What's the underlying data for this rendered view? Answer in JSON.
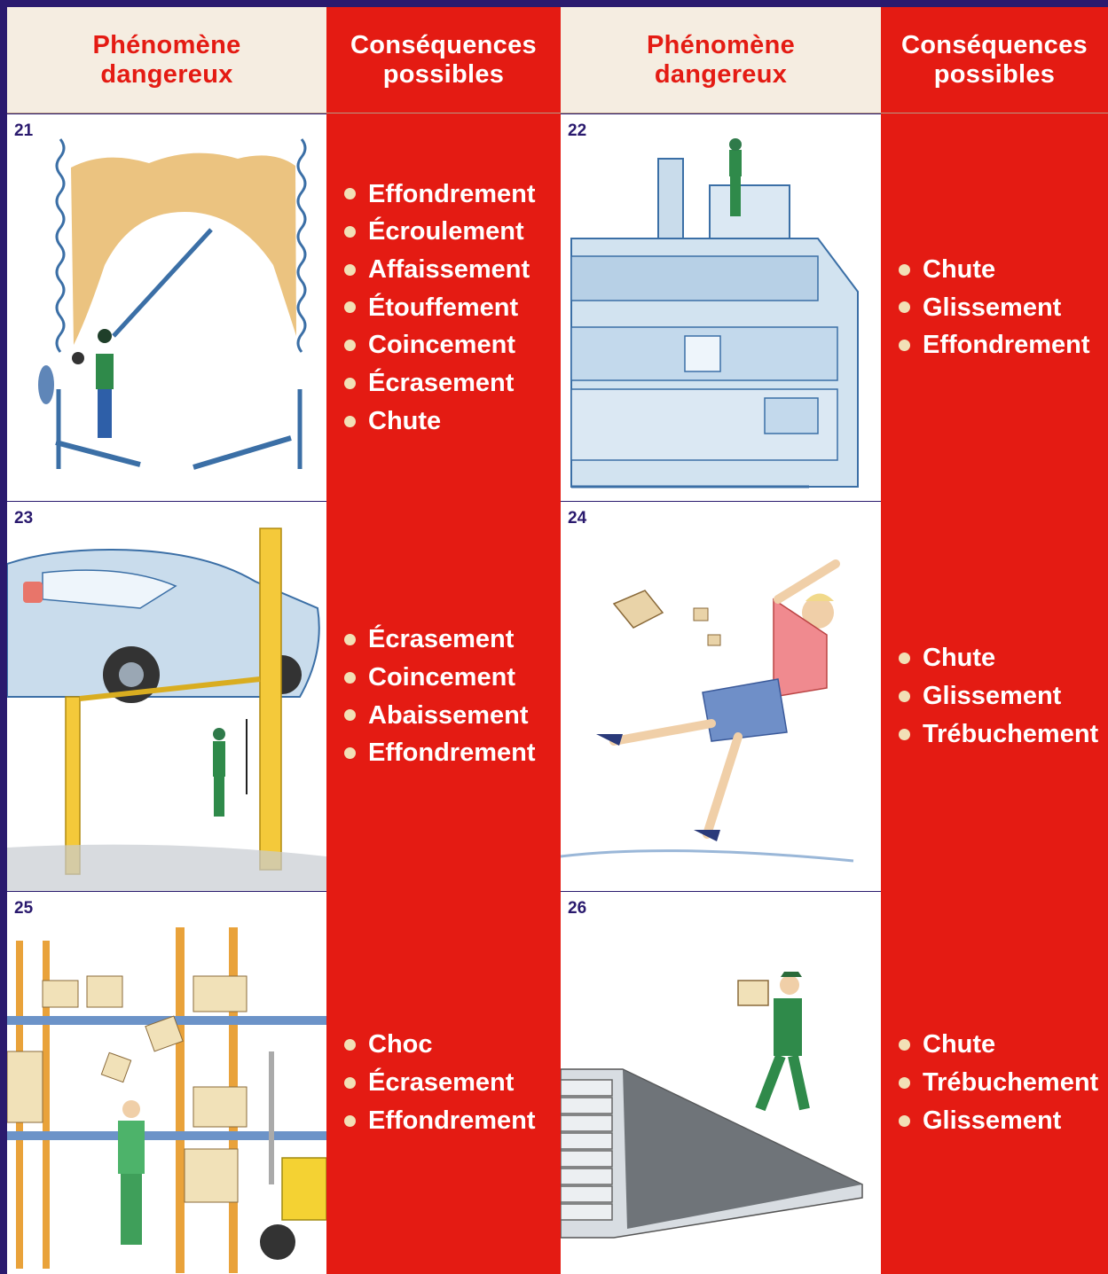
{
  "headers": {
    "col1": "Phénomène\ndangereux",
    "col2": "Conséquences\npossibles",
    "col3": "Phénomène\ndangereux",
    "col4": "Conséquences\npossibles"
  },
  "rows": [
    {
      "left": {
        "number": "21",
        "illustration": "silo-worker-icon",
        "consequences": [
          "Effondrement",
          "Écroulement",
          "Affaissement",
          "Étouffement",
          "Coincement",
          "Écrasement",
          "Chute"
        ]
      },
      "right": {
        "number": "22",
        "illustration": "machine-roof-worker-icon",
        "consequences": [
          "Chute",
          "Glissement",
          "Effondrement"
        ]
      }
    },
    {
      "left": {
        "number": "23",
        "illustration": "car-lift-icon",
        "consequences": [
          "Écrasement",
          "Coincement",
          "Abaissement",
          "Effondrement"
        ]
      },
      "right": {
        "number": "24",
        "illustration": "slipping-woman-icon",
        "consequences": [
          "Chute",
          "Glissement",
          "Trébuchement"
        ]
      }
    },
    {
      "left": {
        "number": "25",
        "illustration": "warehouse-racks-icon",
        "consequences": [
          "Choc",
          "Écrasement",
          "Effondrement"
        ]
      },
      "right": {
        "number": "26",
        "illustration": "stairs-carrier-icon",
        "consequences": [
          "Chute",
          "Trébuchement",
          "Glissement"
        ]
      }
    }
  ],
  "colors": {
    "frame": "#2a1a6e",
    "red": "#e41b13",
    "beige": "#f5ede1",
    "bullet": "#f2e0b6"
  }
}
